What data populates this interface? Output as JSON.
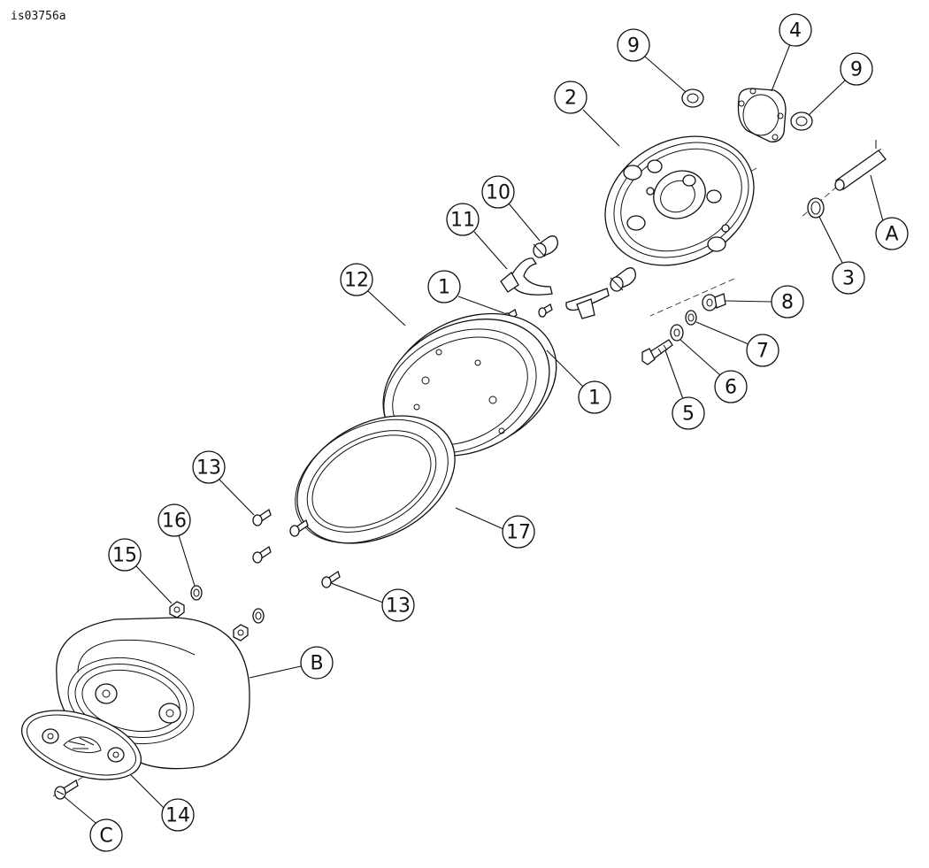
{
  "figure_id": "is03756a",
  "callouts": [
    {
      "label": "1"
    },
    {
      "label": "1"
    },
    {
      "label": "2"
    },
    {
      "label": "3"
    },
    {
      "label": "4"
    },
    {
      "label": "5"
    },
    {
      "label": "6"
    },
    {
      "label": "7"
    },
    {
      "label": "8"
    },
    {
      "label": "9"
    },
    {
      "label": "9"
    },
    {
      "label": "10"
    },
    {
      "label": "11"
    },
    {
      "label": "12"
    },
    {
      "label": "13"
    },
    {
      "label": "13"
    },
    {
      "label": "14"
    },
    {
      "label": "15"
    },
    {
      "label": "16"
    },
    {
      "label": "17"
    },
    {
      "label": "A"
    },
    {
      "label": "B"
    },
    {
      "label": "C"
    }
  ]
}
